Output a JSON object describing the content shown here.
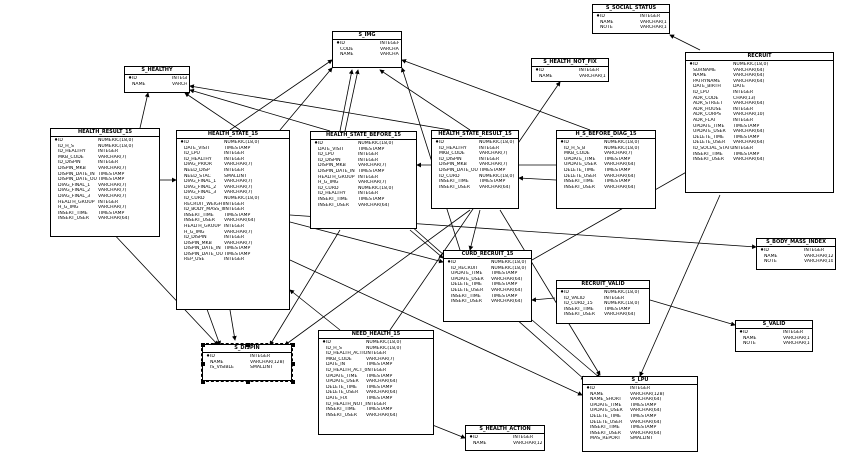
{
  "entities": {
    "s_img": {
      "title": "S_IMG",
      "fields": [
        {
          "key": "♦",
          "name": "ID",
          "type": "INTEGER"
        },
        {
          "key": "",
          "name": "CODE",
          "type": "VARCHAR(1)"
        },
        {
          "key": "",
          "name": "NAME",
          "type": "VARCHAR(512)"
        }
      ]
    },
    "s_social_status": {
      "title": "S_SOCIAL_STATUS",
      "fields": [
        {
          "key": "♦",
          "name": "ID",
          "type": "INTEGER"
        },
        {
          "key": "",
          "name": "NAME",
          "type": "VARCHAR(128)"
        },
        {
          "key": "",
          "name": "NOTE",
          "type": "VARCHAR(1024)"
        }
      ]
    },
    "s_healthy": {
      "title": "S_HEALTHY",
      "fields": [
        {
          "key": "♦",
          "name": "ID",
          "type": "INTEGER"
        },
        {
          "key": "",
          "name": "NAME",
          "type": "VARCHAR(128)"
        }
      ]
    },
    "s_health_not_fix": {
      "title": "S_HEALTH_NOT_FIX",
      "fields": [
        {
          "key": "♦",
          "name": "ID",
          "type": "INTEGER"
        },
        {
          "key": "",
          "name": "NAME",
          "type": "VARCHAR(128)"
        }
      ]
    },
    "recruit": {
      "title": "RECRUIT",
      "fields": [
        {
          "key": "♦",
          "name": "ID",
          "type": "NUMERIC(18,0)"
        },
        {
          "key": "",
          "name": "SURNAME",
          "type": "VARCHAR(64)"
        },
        {
          "key": "",
          "name": "NAME",
          "type": "VARCHAR(64)"
        },
        {
          "key": "",
          "name": "PATRYNAME",
          "type": "VARCHAR(64)"
        },
        {
          "key": "",
          "name": "DATE_BIRTH",
          "type": "DATE"
        },
        {
          "key": "",
          "name": "ID_LPU",
          "type": "INTEGER"
        },
        {
          "key": "",
          "name": "ADR_CODE",
          "type": "CHAR(13)"
        },
        {
          "key": "",
          "name": "ADR_STREET",
          "type": "VARCHAR(64)"
        },
        {
          "key": "",
          "name": "ADR_HOUSE",
          "type": "INTEGER"
        },
        {
          "key": "",
          "name": "ADR_CORPS",
          "type": "VARCHAR(10)"
        },
        {
          "key": "",
          "name": "ADR_FLAT",
          "type": "INTEGER"
        },
        {
          "key": "",
          "name": "UPDATE_TIME",
          "type": "TIMESTAMP"
        },
        {
          "key": "",
          "name": "UPDATE_USER",
          "type": "VARCHAR(64)"
        },
        {
          "key": "",
          "name": "DELETE_TIME",
          "type": "TIMESTAMP"
        },
        {
          "key": "",
          "name": "DELETE_USER",
          "type": "VARCHAR(64)"
        },
        {
          "key": "",
          "name": "ID_SOCIAL_STATUS",
          "type": "INTEGER"
        },
        {
          "key": "",
          "name": "INSERT_TIME",
          "type": "TIMESTAMP"
        },
        {
          "key": "",
          "name": "INSERT_USER",
          "type": "VARCHAR(64)"
        }
      ]
    },
    "health_result_15": {
      "title": "HEALTH_RESULT_15",
      "fields": [
        {
          "key": "♦",
          "name": "ID",
          "type": "NUMERIC(18,0)"
        },
        {
          "key": "",
          "name": "ID_H_S",
          "type": "NUMERIC(18,0)"
        },
        {
          "key": "",
          "name": "ID_HEALTHY",
          "type": "INTEGER"
        },
        {
          "key": "",
          "name": "MKB_CODE",
          "type": "VARCHAR(7)"
        },
        {
          "key": "",
          "name": "ID_DISPIN",
          "type": "INTEGER"
        },
        {
          "key": "",
          "name": "DISPIN_MKB",
          "type": "VARCHAR(7)"
        },
        {
          "key": "",
          "name": "DISPIN_DATE_IN",
          "type": "TIMESTAMP"
        },
        {
          "key": "",
          "name": "DISPIN_DATE_OUT",
          "type": "TIMESTAMP"
        },
        {
          "key": "",
          "name": "DIAG_FINAL_1",
          "type": "VARCHAR(7)"
        },
        {
          "key": "",
          "name": "DIAG_FINAL_2",
          "type": "VARCHAR(7)"
        },
        {
          "key": "",
          "name": "DIAG_FINAL_3",
          "type": "VARCHAR(7)"
        },
        {
          "key": "",
          "name": "HEALTH_GROUP",
          "type": "INTEGER"
        },
        {
          "key": "",
          "name": "H_G_IMG",
          "type": "VARCHAR(7)"
        },
        {
          "key": "",
          "name": "INSERT_TIME",
          "type": "TIMESTAMP"
        },
        {
          "key": "",
          "name": "INSERT_USER",
          "type": "VARCHAR(64)"
        }
      ]
    },
    "health_state_15": {
      "title": "HEALTH_STATE_15",
      "fields": [
        {
          "key": "♦",
          "name": "ID",
          "type": "NUMERIC(18,0)"
        },
        {
          "key": "",
          "name": "DATE_VISIT",
          "type": "TIMESTAMP"
        },
        {
          "key": "",
          "name": "ID_LPU",
          "type": "INTEGER"
        },
        {
          "key": "",
          "name": "ID_HEALTHY",
          "type": "INTEGER"
        },
        {
          "key": "",
          "name": "DIAG_PRIOR",
          "type": "VARCHAR(7)"
        },
        {
          "key": "",
          "name": "NEED_DISP",
          "type": "INTEGER"
        },
        {
          "key": "",
          "name": "NEED_STAC",
          "type": "SMALLINT"
        },
        {
          "key": "",
          "name": "DIAG_FINAL_1",
          "type": "VARCHAR(7)"
        },
        {
          "key": "",
          "name": "DIAG_FINAL_2",
          "type": "VARCHAR(7)"
        },
        {
          "key": "",
          "name": "DIAG_FINAL_3",
          "type": "VARCHAR(7)"
        },
        {
          "key": "",
          "name": "ID_CURD",
          "type": "NUMERIC(18,0)"
        },
        {
          "key": "",
          "name": "RECRUIT_WEIGHT",
          "type": "INTEGER"
        },
        {
          "key": "",
          "name": "ID_BODY_MASS_INDEX",
          "type": "INTEGER"
        },
        {
          "key": "",
          "name": "INSERT_TIME",
          "type": "TIMESTAMP"
        },
        {
          "key": "",
          "name": "INSERT_USER",
          "type": "VARCHAR(64)"
        },
        {
          "key": "",
          "name": "HEALTH_GROUP",
          "type": "INTEGER"
        },
        {
          "key": "",
          "name": "H_G_IMG",
          "type": "VARCHAR(7)"
        },
        {
          "key": "",
          "name": "ID_DISPIN",
          "type": "INTEGER"
        },
        {
          "key": "",
          "name": "DISPIN_MKB",
          "type": "VARCHAR(7)"
        },
        {
          "key": "",
          "name": "DISPIN_DATE_IN",
          "type": "TIMESTAMP"
        },
        {
          "key": "",
          "name": "DISPIN_DATE_OUT",
          "type": "TIMESTAMP"
        },
        {
          "key": "",
          "name": "REP_USE",
          "type": "INTEGER"
        }
      ]
    },
    "health_state_before_15": {
      "title": "HEALTH_STATE_BEFORE_15",
      "fields": [
        {
          "key": "♦",
          "name": "ID",
          "type": "NUMERIC(18,0)"
        },
        {
          "key": "",
          "name": "DATE_VISIT",
          "type": "TIMESTAMP"
        },
        {
          "key": "",
          "name": "ID_LPU",
          "type": "INTEGER"
        },
        {
          "key": "",
          "name": "ID_DISPIN",
          "type": "INTEGER"
        },
        {
          "key": "",
          "name": "DISPIN_MKB",
          "type": "VARCHAR(7)"
        },
        {
          "key": "",
          "name": "DISPIN_DATE_IN",
          "type": "TIMESTAMP"
        },
        {
          "key": "",
          "name": "HEALTH_GROUP",
          "type": "INTEGER"
        },
        {
          "key": "",
          "name": "H_G_IMG",
          "type": "VARCHAR(7)"
        },
        {
          "key": "",
          "name": "ID_CURD",
          "type": "NUMERIC(18,0)"
        },
        {
          "key": "",
          "name": "ID_HEALTHY",
          "type": "INTEGER"
        },
        {
          "key": "",
          "name": "INSERT_TIME",
          "type": "TIMESTAMP"
        },
        {
          "key": "",
          "name": "INSERT_USER",
          "type": "VARCHAR(64)"
        }
      ]
    },
    "health_state_result_15": {
      "title": "HEALTH_STATE_RESULT_15",
      "fields": [
        {
          "key": "♦",
          "name": "ID",
          "type": "NUMERIC(18,0)"
        },
        {
          "key": "",
          "name": "ID_HEALTHY",
          "type": "INTEGER"
        },
        {
          "key": "",
          "name": "MKB_CODE",
          "type": "VARCHAR(7)"
        },
        {
          "key": "",
          "name": "ID_DISPIN",
          "type": "INTEGER"
        },
        {
          "key": "",
          "name": "DISPIN_MKB",
          "type": "VARCHAR(7)"
        },
        {
          "key": "",
          "name": "DISPIN_DATE_OUT",
          "type": "TIMESTAMP"
        },
        {
          "key": "",
          "name": "ID_CURD",
          "type": "NUMERIC(18,0)"
        },
        {
          "key": "",
          "name": "INSERT_TIME",
          "type": "TIMESTAMP"
        },
        {
          "key": "",
          "name": "INSERT_USER",
          "type": "VARCHAR(64)"
        }
      ]
    },
    "h_s_before_diag_15": {
      "title": "H_S_BEFORE_DIAG_15",
      "fields": [
        {
          "key": "♦",
          "name": "ID",
          "type": "NUMERIC(18,0)"
        },
        {
          "key": "",
          "name": "ID_H_S_B",
          "type": "NUMERIC(18,0)"
        },
        {
          "key": "",
          "name": "MKB_CODE",
          "type": "VARCHAR(7)"
        },
        {
          "key": "",
          "name": "UPDATE_TIME",
          "type": "TIMESTAMP"
        },
        {
          "key": "",
          "name": "UPDATE_USER",
          "type": "VARCHAR(64)"
        },
        {
          "key": "",
          "name": "DELETE_TIME",
          "type": "TIMESTAMP"
        },
        {
          "key": "",
          "name": "DELETE_USER",
          "type": "VARCHAR(64)"
        },
        {
          "key": "",
          "name": "INSERT_TIME",
          "type": "TIMESTAMP"
        },
        {
          "key": "",
          "name": "INSERT_USER",
          "type": "VARCHAR(64)"
        }
      ]
    },
    "s_body_mass_index": {
      "title": "S_BODY_MASS_INDEX",
      "fields": [
        {
          "key": "♦",
          "name": "ID",
          "type": "INTEGER"
        },
        {
          "key": "",
          "name": "NAME",
          "type": "VARCHAR(128)"
        },
        {
          "key": "",
          "name": "NOTE",
          "type": "VARCHAR(1024)"
        }
      ]
    },
    "curd_recruit_15": {
      "title": "CURD_RECRUIT_15",
      "fields": [
        {
          "key": "♦",
          "name": "ID",
          "type": "NUMERIC(18,0)"
        },
        {
          "key": "",
          "name": "ID_RECRUIT",
          "type": "NUMERIC(18,0)"
        },
        {
          "key": "",
          "name": "UPDATE_TIME",
          "type": "TIMESTAMP"
        },
        {
          "key": "",
          "name": "UPDATE_USER",
          "type": "VARCHAR(64)"
        },
        {
          "key": "",
          "name": "DELETE_TIME",
          "type": "TIMESTAMP"
        },
        {
          "key": "",
          "name": "DELETE_USER",
          "type": "VARCHAR(64)"
        },
        {
          "key": "",
          "name": "INSERT_TIME",
          "type": "TIMESTAMP"
        },
        {
          "key": "",
          "name": "INSERT_USER",
          "type": "VARCHAR(64)"
        }
      ]
    },
    "recruit_valid": {
      "title": "RECRUIT_VALID",
      "fields": [
        {
          "key": "♦",
          "name": "ID",
          "type": "NUMERIC(18,0)"
        },
        {
          "key": "",
          "name": "ID_VALID",
          "type": "INTEGER"
        },
        {
          "key": "",
          "name": "ID_CURD_15",
          "type": "NUMERIC(18,0)"
        },
        {
          "key": "",
          "name": "INSERT_TIME",
          "type": "TIMESTAMP"
        },
        {
          "key": "",
          "name": "INSERT_USER",
          "type": "VARCHAR(64)"
        }
      ]
    },
    "s_valid": {
      "title": "S_VALID",
      "fields": [
        {
          "key": "♦",
          "name": "ID",
          "type": "INTEGER"
        },
        {
          "key": "",
          "name": "NAME",
          "type": "VARCHAR(128)"
        },
        {
          "key": "",
          "name": "NOTE",
          "type": "VARCHAR(1024)"
        }
      ]
    },
    "s_dispin": {
      "title": "S_DISPIN",
      "fields": [
        {
          "key": "♦",
          "name": "ID",
          "type": "INTEGER"
        },
        {
          "key": "",
          "name": "NAME",
          "type": "VARCHAR(128)"
        },
        {
          "key": "",
          "name": "IS_VISIBLE",
          "type": "SMALLINT"
        }
      ]
    },
    "need_health_15": {
      "title": "NEED_HEALTH_15",
      "fields": [
        {
          "key": "♦",
          "name": "ID",
          "type": "NUMERIC(18,0)"
        },
        {
          "key": "",
          "name": "ID_H_S",
          "type": "NUMERIC(18,0)"
        },
        {
          "key": "",
          "name": "ID_HEALTH_ACTION",
          "type": "INTEGER"
        },
        {
          "key": "",
          "name": "MKB_CODE",
          "type": "VARCHAR(7)"
        },
        {
          "key": "",
          "name": "DATE_IN",
          "type": "TIMESTAMP"
        },
        {
          "key": "",
          "name": "ID_HEALTH_ACT_OTHER",
          "type": "INTEGER"
        },
        {
          "key": "",
          "name": "UPDATE_TIME",
          "type": "TIMESTAMP"
        },
        {
          "key": "",
          "name": "UPDATE_USER",
          "type": "VARCHAR(64)"
        },
        {
          "key": "",
          "name": "DELETE_TIME",
          "type": "TIMESTAMP"
        },
        {
          "key": "",
          "name": "DELETE_USER",
          "type": "VARCHAR(64)"
        },
        {
          "key": "",
          "name": "DATE_FIX",
          "type": "TIMESTAMP"
        },
        {
          "key": "",
          "name": "ID_HEALTH_NOT_FIX",
          "type": "INTEGER"
        },
        {
          "key": "",
          "name": "INSERT_TIME",
          "type": "TIMESTAMP"
        },
        {
          "key": "",
          "name": "INSERT_USER",
          "type": "VARCHAR(64)"
        }
      ]
    },
    "s_lpu": {
      "title": "S_LPU",
      "fields": [
        {
          "key": "♦",
          "name": "ID",
          "type": "INTEGER"
        },
        {
          "key": "",
          "name": "NAME",
          "type": "VARCHAR(128)"
        },
        {
          "key": "",
          "name": "NAME_SHORT",
          "type": "VARCHAR(64)"
        },
        {
          "key": "",
          "name": "UPDATE_TIME",
          "type": "TIMESTAMP"
        },
        {
          "key": "",
          "name": "UPDATE_USER",
          "type": "VARCHAR(64)"
        },
        {
          "key": "",
          "name": "DELETE_TIME",
          "type": "TIMESTAMP"
        },
        {
          "key": "",
          "name": "DELETE_USER",
          "type": "VARCHAR(64)"
        },
        {
          "key": "",
          "name": "INSERT_TIME",
          "type": "TIMESTAMP"
        },
        {
          "key": "",
          "name": "INSERT_USER",
          "type": "VARCHAR(64)"
        },
        {
          "key": "",
          "name": "MAS_REPORT",
          "type": "SMALLINT"
        }
      ]
    },
    "s_health_action": {
      "title": "S_HEALTH_ACTION",
      "fields": [
        {
          "key": "♦",
          "name": "ID",
          "type": "INTEGER"
        },
        {
          "key": "",
          "name": "NAME",
          "type": "VARCHAR(128)"
        }
      ]
    }
  }
}
